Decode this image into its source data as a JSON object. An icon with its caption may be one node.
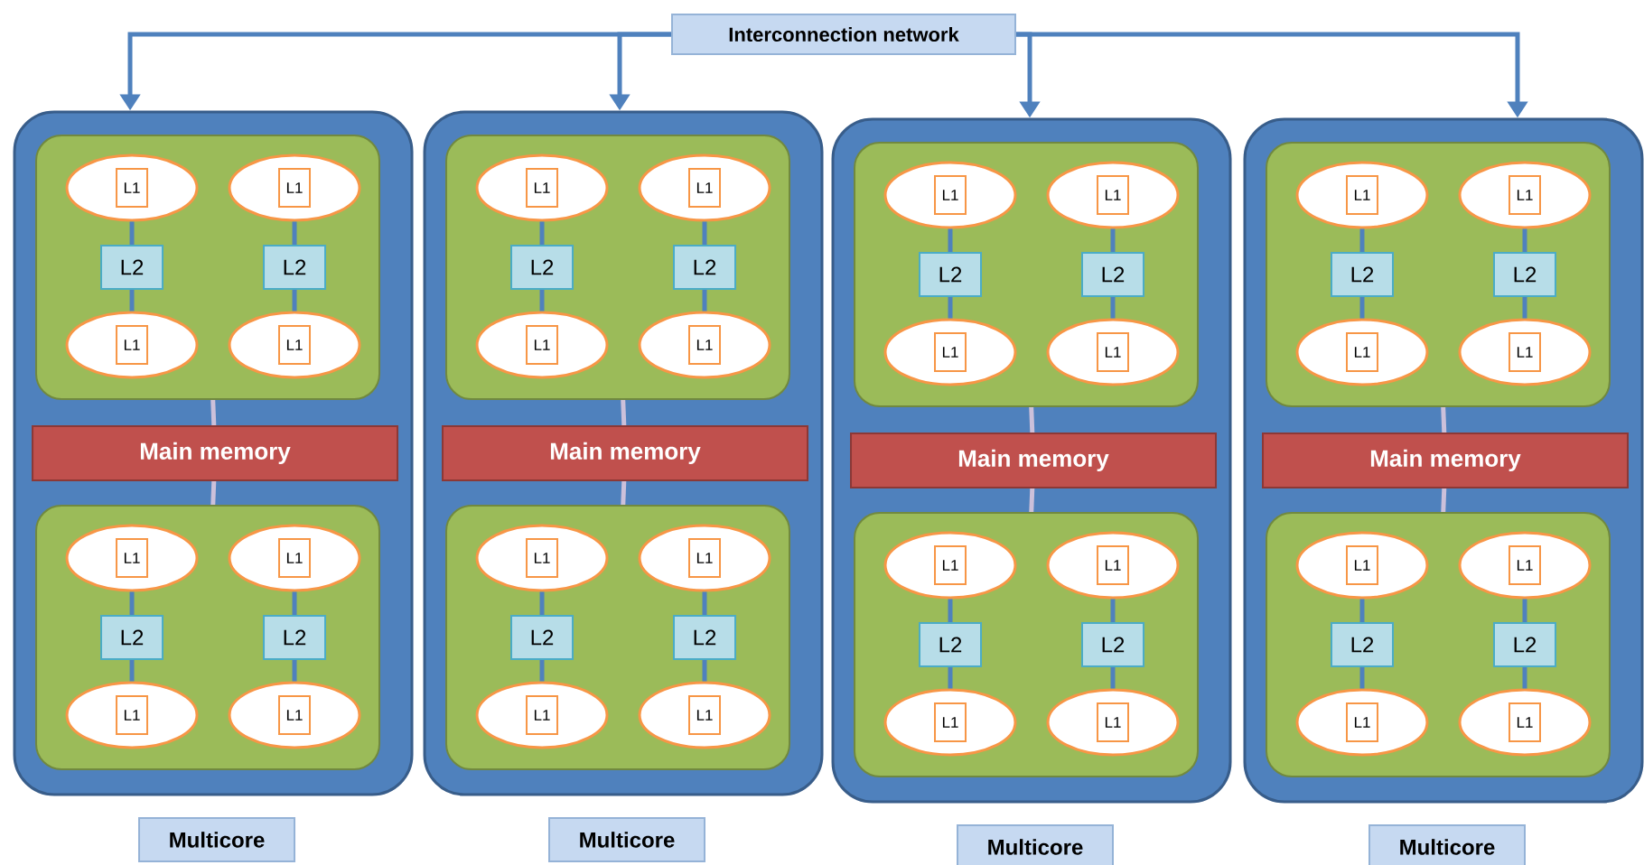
{
  "diagram": {
    "nodes": [
      {
        "text": [
          "Interconnection network"
        ]
      },
      {
        "text": [],
        "shape": "box"
      },
      {
        "text": [],
        "shape": "box",
        "in": 1
      },
      {
        "text": [],
        "shape": "ellipse",
        "in": 2
      },
      {
        "text": [
          "L1"
        ],
        "in": 3
      },
      {
        "text": [],
        "shape": "ellipse",
        "in": 2
      },
      {
        "text": [
          "L1"
        ],
        "in": 5
      },
      {
        "text": [
          "L2"
        ],
        "in": 2
      },
      {
        "text": [
          "L2"
        ],
        "in": 2
      },
      {
        "text": [],
        "shape": "ellipse",
        "in": 2
      },
      {
        "text": [
          "L1"
        ],
        "in": 9
      },
      {
        "text": [],
        "shape": "ellipse",
        "in": 2
      },
      {
        "text": [
          "L1"
        ],
        "in": 11
      },
      {
        "text": [
          "Main memory"
        ],
        "in": 1
      },
      {
        "text": [],
        "shape": "box",
        "in": 1
      },
      {
        "text": [],
        "shape": "ellipse",
        "in": 14
      },
      {
        "text": [
          "L1"
        ],
        "in": 15
      },
      {
        "text": [],
        "shape": "ellipse",
        "in": 14
      },
      {
        "text": [
          "L1"
        ],
        "in": 17
      },
      {
        "text": [
          "L2"
        ],
        "in": 14
      },
      {
        "text": [
          "L2"
        ],
        "in": 14
      },
      {
        "text": [],
        "shape": "ellipse",
        "in": 14
      },
      {
        "text": [
          "L1"
        ],
        "in": 21
      },
      {
        "text": [],
        "shape": "ellipse",
        "in": 14
      },
      {
        "text": [
          "L1"
        ],
        "in": 23
      },
      {
        "text": [
          "Multicore"
        ]
      },
      {
        "text": [],
        "shape": "box"
      },
      {
        "text": [],
        "shape": "box",
        "in": 26
      },
      {
        "text": [],
        "shape": "ellipse",
        "in": 27
      },
      {
        "text": [
          "L1"
        ],
        "in": 28
      },
      {
        "text": [],
        "shape": "ellipse",
        "in": 27
      },
      {
        "text": [
          "L1"
        ],
        "in": 30
      },
      {
        "text": [
          "L2"
        ],
        "in": 27
      },
      {
        "text": [
          "L2"
        ],
        "in": 27
      },
      {
        "text": [],
        "shape": "ellipse",
        "in": 27
      },
      {
        "text": [
          "L1"
        ],
        "in": 34
      },
      {
        "text": [],
        "shape": "ellipse",
        "in": 27
      },
      {
        "text": [
          "L1"
        ],
        "in": 36
      },
      {
        "text": [
          "Main memory"
        ],
        "in": 26
      },
      {
        "text": [],
        "shape": "box",
        "in": 26
      },
      {
        "text": [],
        "shape": "ellipse",
        "in": 39
      },
      {
        "text": [
          "L1"
        ],
        "in": 40
      },
      {
        "text": [],
        "shape": "ellipse",
        "in": 39
      },
      {
        "text": [
          "L1"
        ],
        "in": 42
      },
      {
        "text": [
          "L2"
        ],
        "in": 39
      },
      {
        "text": [
          "L2"
        ],
        "in": 39
      },
      {
        "text": [],
        "shape": "ellipse",
        "in": 39
      },
      {
        "text": [
          "L1"
        ],
        "in": 46
      },
      {
        "text": [],
        "shape": "ellipse",
        "in": 39
      },
      {
        "text": [
          "L1"
        ],
        "in": 48
      },
      {
        "text": [
          "Multicore"
        ]
      },
      {
        "text": [],
        "shape": "box"
      },
      {
        "text": [],
        "shape": "box",
        "in": 51
      },
      {
        "text": [],
        "shape": "ellipse",
        "in": 52
      },
      {
        "text": [
          "L1"
        ],
        "in": 53
      },
      {
        "text": [],
        "shape": "ellipse",
        "in": 52
      },
      {
        "text": [
          "L1"
        ],
        "in": 55
      },
      {
        "text": [
          "L2"
        ],
        "in": 52
      },
      {
        "text": [
          "L2"
        ],
        "in": 52
      },
      {
        "text": [],
        "shape": "ellipse",
        "in": 52
      },
      {
        "text": [
          "L1"
        ],
        "in": 59
      },
      {
        "text": [],
        "shape": "ellipse",
        "in": 52
      },
      {
        "text": [
          "L1"
        ],
        "in": 61
      },
      {
        "text": [
          "Main memory"
        ],
        "in": 51
      },
      {
        "text": [],
        "shape": "box",
        "in": 51
      },
      {
        "text": [],
        "shape": "ellipse",
        "in": 64
      },
      {
        "text": [
          "L1"
        ],
        "in": 65
      },
      {
        "text": [],
        "shape": "ellipse",
        "in": 64
      },
      {
        "text": [
          "L1"
        ],
        "in": 67
      },
      {
        "text": [
          "L2"
        ],
        "in": 64
      },
      {
        "text": [
          "L2"
        ],
        "in": 64
      },
      {
        "text": [],
        "shape": "ellipse",
        "in": 64
      },
      {
        "text": [
          "L1"
        ],
        "in": 71
      },
      {
        "text": [],
        "shape": "ellipse",
        "in": 64
      },
      {
        "text": [
          "L1"
        ],
        "in": 73
      },
      {
        "text": [
          "Multicore"
        ]
      },
      {
        "text": [],
        "shape": "box"
      },
      {
        "text": [],
        "shape": "box",
        "in": 76
      },
      {
        "text": [],
        "shape": "ellipse",
        "in": 77
      },
      {
        "text": [
          "L1"
        ],
        "in": 78
      },
      {
        "text": [],
        "shape": "ellipse",
        "in": 77
      },
      {
        "text": [
          "L1"
        ],
        "in": 80
      },
      {
        "text": [
          "L2"
        ],
        "in": 77
      },
      {
        "text": [
          "L2"
        ],
        "in": 77
      },
      {
        "text": [],
        "shape": "ellipse",
        "in": 77
      },
      {
        "text": [
          "L1"
        ],
        "in": 84
      },
      {
        "text": [],
        "shape": "ellipse",
        "in": 77
      },
      {
        "text": [
          "L1"
        ],
        "in": 86
      },
      {
        "text": [
          "Main memory"
        ],
        "in": 76
      },
      {
        "text": [],
        "shape": "box",
        "in": 76
      },
      {
        "text": [],
        "shape": "ellipse",
        "in": 89
      },
      {
        "text": [
          "L1"
        ],
        "in": 90
      },
      {
        "text": [],
        "shape": "ellipse",
        "in": 89
      },
      {
        "text": [
          "L1"
        ],
        "in": 92
      },
      {
        "text": [
          "L2"
        ],
        "in": 89
      },
      {
        "text": [
          "L2"
        ],
        "in": 89
      },
      {
        "text": [],
        "shape": "ellipse",
        "in": 89
      },
      {
        "text": [
          "L1"
        ],
        "in": 96
      },
      {
        "text": [],
        "shape": "ellipse",
        "in": 89
      },
      {
        "text": [
          "L1"
        ],
        "in": 98
      },
      {
        "text": [
          "Multicore"
        ]
      }
    ],
    "edges": [
      {
        "from": 0,
        "to": 1,
        "arrow": "to"
      },
      {
        "from": 0,
        "to": 26,
        "arrow": "to"
      },
      {
        "from": 0,
        "to": 51,
        "arrow": "to"
      },
      {
        "from": 0,
        "to": 76,
        "arrow": "to"
      },
      {
        "from": 3,
        "to": 7,
        "arrow": "none"
      },
      {
        "from": 7,
        "to": 9,
        "arrow": "none"
      },
      {
        "from": 5,
        "to": 8,
        "arrow": "none"
      },
      {
        "from": 8,
        "to": 11,
        "arrow": "none"
      },
      {
        "from": 15,
        "to": 19,
        "arrow": "none"
      },
      {
        "from": 19,
        "to": 21,
        "arrow": "none"
      },
      {
        "from": 17,
        "to": 20,
        "arrow": "none"
      },
      {
        "from": 20,
        "to": 23,
        "arrow": "none"
      },
      {
        "from": 2,
        "to": 13,
        "arrow": "none",
        "color": "#ccc0da"
      },
      {
        "from": 13,
        "to": 14,
        "arrow": "none",
        "color": "#ccc0da"
      },
      {
        "from": 28,
        "to": 32,
        "arrow": "none"
      },
      {
        "from": 32,
        "to": 34,
        "arrow": "none"
      },
      {
        "from": 30,
        "to": 33,
        "arrow": "none"
      },
      {
        "from": 33,
        "to": 36,
        "arrow": "none"
      },
      {
        "from": 40,
        "to": 44,
        "arrow": "none"
      },
      {
        "from": 44,
        "to": 46,
        "arrow": "none"
      },
      {
        "from": 42,
        "to": 45,
        "arrow": "none"
      },
      {
        "from": 45,
        "to": 48,
        "arrow": "none"
      },
      {
        "from": 27,
        "to": 38,
        "arrow": "none",
        "color": "#ccc0da"
      },
      {
        "from": 38,
        "to": 39,
        "arrow": "none",
        "color": "#ccc0da"
      },
      {
        "from": 53,
        "to": 57,
        "arrow": "none"
      },
      {
        "from": 57,
        "to": 59,
        "arrow": "none"
      },
      {
        "from": 55,
        "to": 58,
        "arrow": "none"
      },
      {
        "from": 58,
        "to": 61,
        "arrow": "none"
      },
      {
        "from": 65,
        "to": 69,
        "arrow": "none"
      },
      {
        "from": 69,
        "to": 71,
        "arrow": "none"
      },
      {
        "from": 67,
        "to": 70,
        "arrow": "none"
      },
      {
        "from": 70,
        "to": 73,
        "arrow": "none"
      },
      {
        "from": 52,
        "to": 63,
        "arrow": "none",
        "color": "#ccc0da"
      },
      {
        "from": 63,
        "to": 64,
        "arrow": "none",
        "color": "#ccc0da"
      },
      {
        "from": 78,
        "to": 82,
        "arrow": "none"
      },
      {
        "from": 82,
        "to": 84,
        "arrow": "none"
      },
      {
        "from": 80,
        "to": 83,
        "arrow": "none"
      },
      {
        "from": 83,
        "to": 86,
        "arrow": "none"
      },
      {
        "from": 90,
        "to": 94,
        "arrow": "none"
      },
      {
        "from": 94,
        "to": 96,
        "arrow": "none"
      },
      {
        "from": 92,
        "to": 95,
        "arrow": "none"
      },
      {
        "from": 95,
        "to": 98,
        "arrow": "none"
      },
      {
        "from": 77,
        "to": 88,
        "arrow": "none",
        "color": "#ccc0da"
      },
      {
        "from": 88,
        "to": 89,
        "arrow": "none",
        "color": "#ccc0da"
      }
    ]
  }
}
